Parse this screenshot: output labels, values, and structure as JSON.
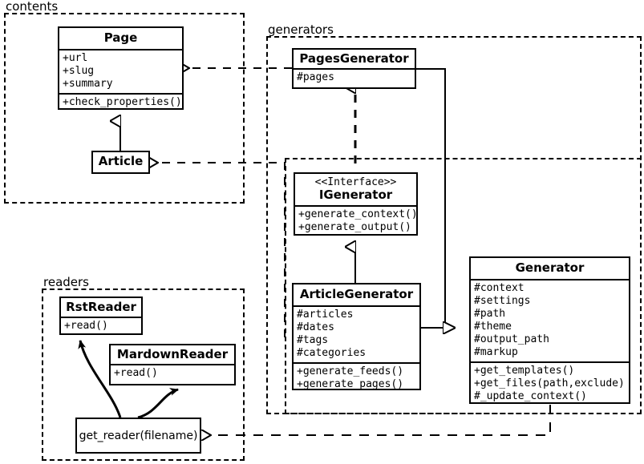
{
  "diagram": {
    "title": "UML class diagram",
    "stroke_color": "#000000",
    "background_color": "#ffffff"
  },
  "packages": [
    {
      "id": "contents",
      "label": "contents"
    },
    {
      "id": "generators",
      "label": "generators"
    },
    {
      "id": "readers",
      "label": "readers"
    }
  ],
  "classes": {
    "page": {
      "name": "Page",
      "attributes": [
        "+url",
        "+slug",
        "+summary"
      ],
      "operations": [
        "+check_properties()"
      ]
    },
    "article": {
      "name": "Article",
      "attributes": [],
      "operations": []
    },
    "pages_generator": {
      "name": "PagesGenerator",
      "attributes": [
        "#pages"
      ],
      "operations": []
    },
    "igenerator": {
      "stereotype": "<<Interface>>",
      "name": "IGenerator",
      "attributes": [],
      "operations": [
        "+generate_context()",
        "+generate_output()"
      ]
    },
    "article_generator": {
      "name": "ArticleGenerator",
      "attributes": [
        "#articles",
        "#dates",
        "#tags",
        "#categories"
      ],
      "operations": [
        "+generate_feeds()",
        "+generate_pages()"
      ]
    },
    "generator": {
      "name": "Generator",
      "attributes": [
        "#context",
        "#settings",
        "#path",
        "#theme",
        "#output_path",
        "#markup"
      ],
      "operations": [
        "+get_templates()",
        "+get_files(path,exclude)",
        "#_update_context()"
      ]
    },
    "rst_reader": {
      "name": "RstReader",
      "attributes": [],
      "operations": [
        "+read()"
      ]
    },
    "mardown_reader": {
      "name": "MardownReader",
      "attributes": [],
      "operations": [
        "+read()"
      ]
    },
    "get_reader": {
      "name": "get_reader(filename)"
    }
  },
  "relationships": [
    {
      "id": "article-inherits-page",
      "from": "Article",
      "to": "Page",
      "type": "generalization",
      "style": "solid"
    },
    {
      "id": "pagesgenerator-realizes-igenerator",
      "from": "PagesGenerator",
      "to": "IGenerator",
      "type": "realization",
      "style": "dashed"
    },
    {
      "id": "articlegenerator-inherits-igenerator",
      "from": "ArticleGenerator",
      "to": "IGenerator",
      "type": "generalization",
      "style": "solid"
    },
    {
      "id": "pagesgenerator-inherits-generator",
      "from": "PagesGenerator",
      "to": "Generator",
      "type": "generalization",
      "style": "solid"
    },
    {
      "id": "articlegenerator-inherits-generator",
      "from": "ArticleGenerator",
      "to": "Generator",
      "type": "generalization",
      "style": "solid"
    },
    {
      "id": "pagesgenerator-depends-page",
      "from": "PagesGenerator",
      "to": "Page",
      "type": "dependency",
      "style": "dashed"
    },
    {
      "id": "articlegenerator-depends-article",
      "from": "ArticleGenerator",
      "to": "Article",
      "type": "dependency",
      "style": "dashed"
    },
    {
      "id": "generator-depends-getreader",
      "from": "Generator",
      "to": "get_reader(filename)",
      "type": "dependency",
      "style": "dashed"
    },
    {
      "id": "getreader-creates-rstreader",
      "from": "get_reader(filename)",
      "to": "RstReader",
      "type": "usage",
      "style": "curved-solid"
    },
    {
      "id": "getreader-creates-mardownreader",
      "from": "get_reader(filename)",
      "to": "MardownReader",
      "type": "usage",
      "style": "curved-solid"
    }
  ]
}
